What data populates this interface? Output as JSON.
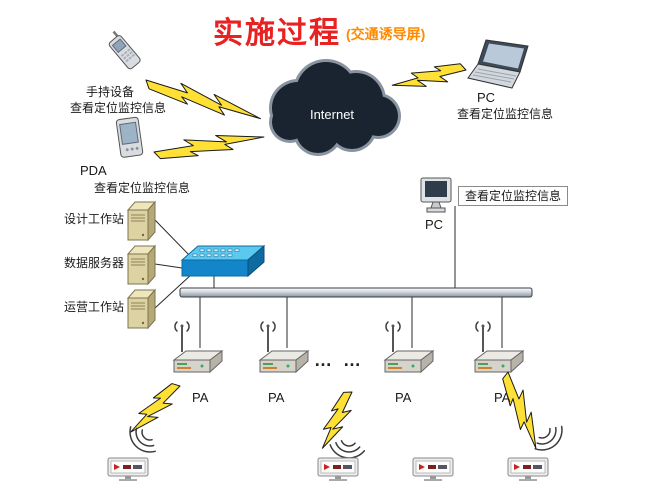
{
  "title": {
    "main": "实施过程",
    "sub": "(交通诱导屏)"
  },
  "cloud": {
    "label": "Internet"
  },
  "handheld": {
    "name": "手持设备",
    "desc": "查看定位监控信息"
  },
  "pda": {
    "name": "PDA",
    "desc": "查看定位监控信息"
  },
  "laptop_pc": {
    "name": "PC",
    "desc": "查看定位监控信息"
  },
  "desktop_pc": {
    "name": "PC",
    "desc": "查看定位监控信息"
  },
  "workstations": [
    {
      "label": "设计工作站"
    },
    {
      "label": "数据服务器"
    },
    {
      "label": "运营工作站"
    }
  ],
  "access_points": [
    {
      "label": "PA"
    },
    {
      "label": "PA"
    },
    {
      "label": "PA"
    },
    {
      "label": "PA"
    }
  ],
  "ellipsis": "… …",
  "colors": {
    "title_red": "#e82222",
    "subtitle_orange": "#ff8a00",
    "lightning_yellow": "#ffe135",
    "switch_blue": "#1286c8",
    "cloud_dark": "#1a2430"
  }
}
